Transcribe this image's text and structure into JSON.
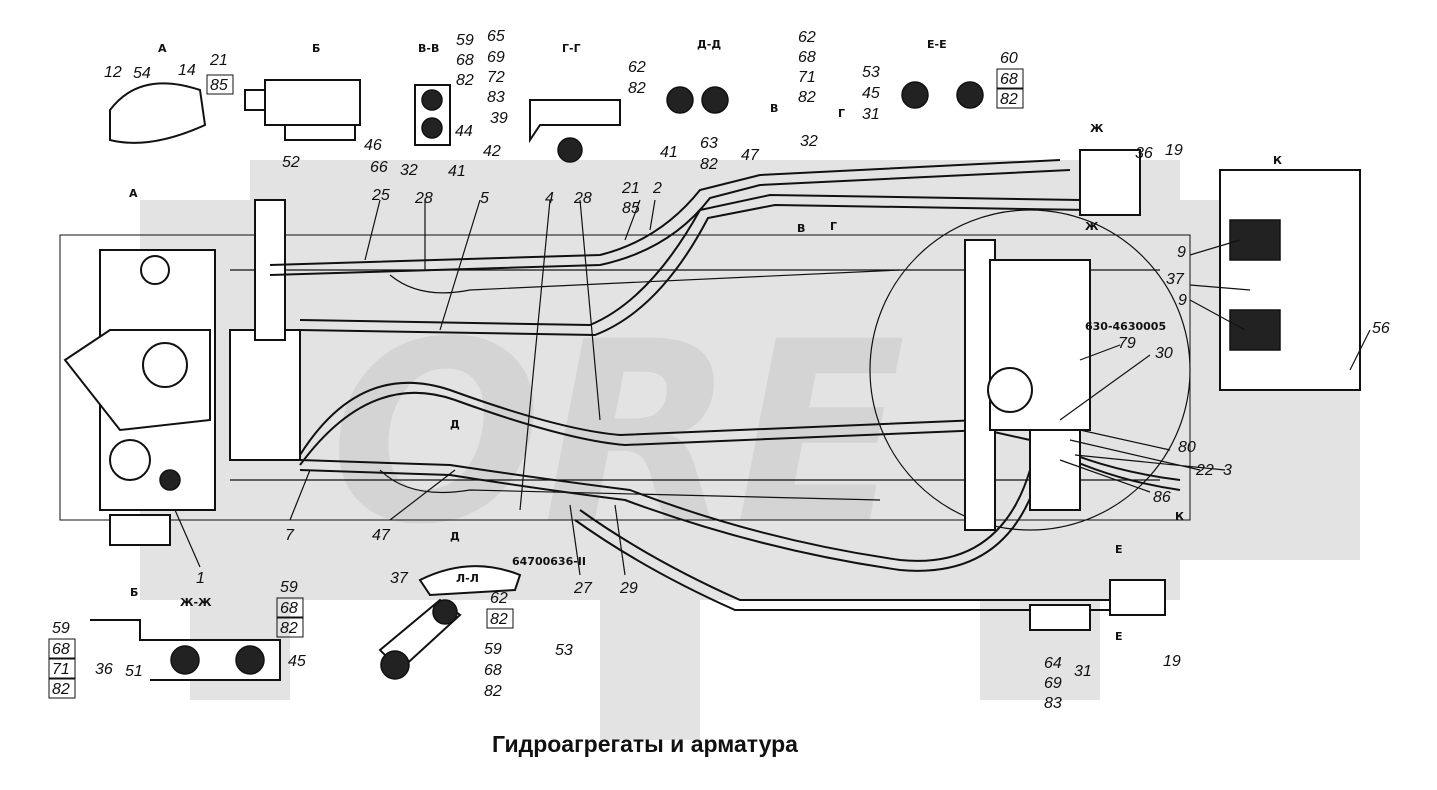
{
  "title": "Гидроагрегаты и арматура",
  "watermark": "ORE",
  "sections": {
    "A": "А",
    "B": "Б",
    "VV": "В-В",
    "GG": "Г-Г",
    "DD": "Д-Д",
    "EE": "Е-Е",
    "ZhZh": "Ж-Ж",
    "LL": "Л-Л",
    "K": "К"
  },
  "markers": {
    "A": "А",
    "B": "Б",
    "V": "В",
    "G": "Г",
    "D": "Д",
    "E": "Е",
    "Zh": "Ж"
  },
  "codes": {
    "c1": "630-4630005",
    "c2": "64700636-II"
  },
  "labels": {
    "l12": "12",
    "l54": "54",
    "l14": "14",
    "l21a": "21",
    "l85a": "85",
    "l52": "52",
    "l46": "46",
    "l66": "66",
    "l59a": "59",
    "l68a": "68",
    "l82a": "82",
    "l32a": "32",
    "l41a": "41",
    "l65": "65",
    "l69a": "69",
    "l72": "72",
    "l83a": "83",
    "l39": "39",
    "l44": "44",
    "l42": "42",
    "l62a": "62",
    "l82b": "82",
    "l41b": "41",
    "l63": "63",
    "l82c": "82",
    "l47a": "47",
    "l62b": "62",
    "l68b": "68",
    "l71a": "71",
    "l82d": "82",
    "l53a": "53",
    "l45a": "45",
    "l31a": "31",
    "l60": "60",
    "l68c": "68",
    "l82e": "82",
    "l32b": "32",
    "l36a": "36",
    "l19a": "19",
    "l25": "25",
    "l28a": "28",
    "l5": "5",
    "l4": "4",
    "l28b": "28",
    "l21b": "21",
    "l85b": "85",
    "l2": "2",
    "l9a": "9",
    "l37a": "37",
    "l9b": "9",
    "l56": "56",
    "l79": "79",
    "l30": "30",
    "l80": "80",
    "l22": "22",
    "l3": "3",
    "l86": "86",
    "l7": "7",
    "l47b": "47",
    "l27": "27",
    "l29": "29",
    "l1": "1",
    "l59b": "59",
    "l68d": "68",
    "l71b": "71",
    "l82f": "82",
    "l36b": "36",
    "l51": "51",
    "l59c": "59",
    "l68e": "68",
    "l82g": "82",
    "l45b": "45",
    "l37b": "37",
    "l62c": "62",
    "l82h": "82",
    "l53b": "53",
    "l59d": "59",
    "l68f": "68",
    "l82i": "82",
    "l64": "64",
    "l69b": "69",
    "l83b": "83",
    "l31b": "31",
    "l19b": "19"
  }
}
